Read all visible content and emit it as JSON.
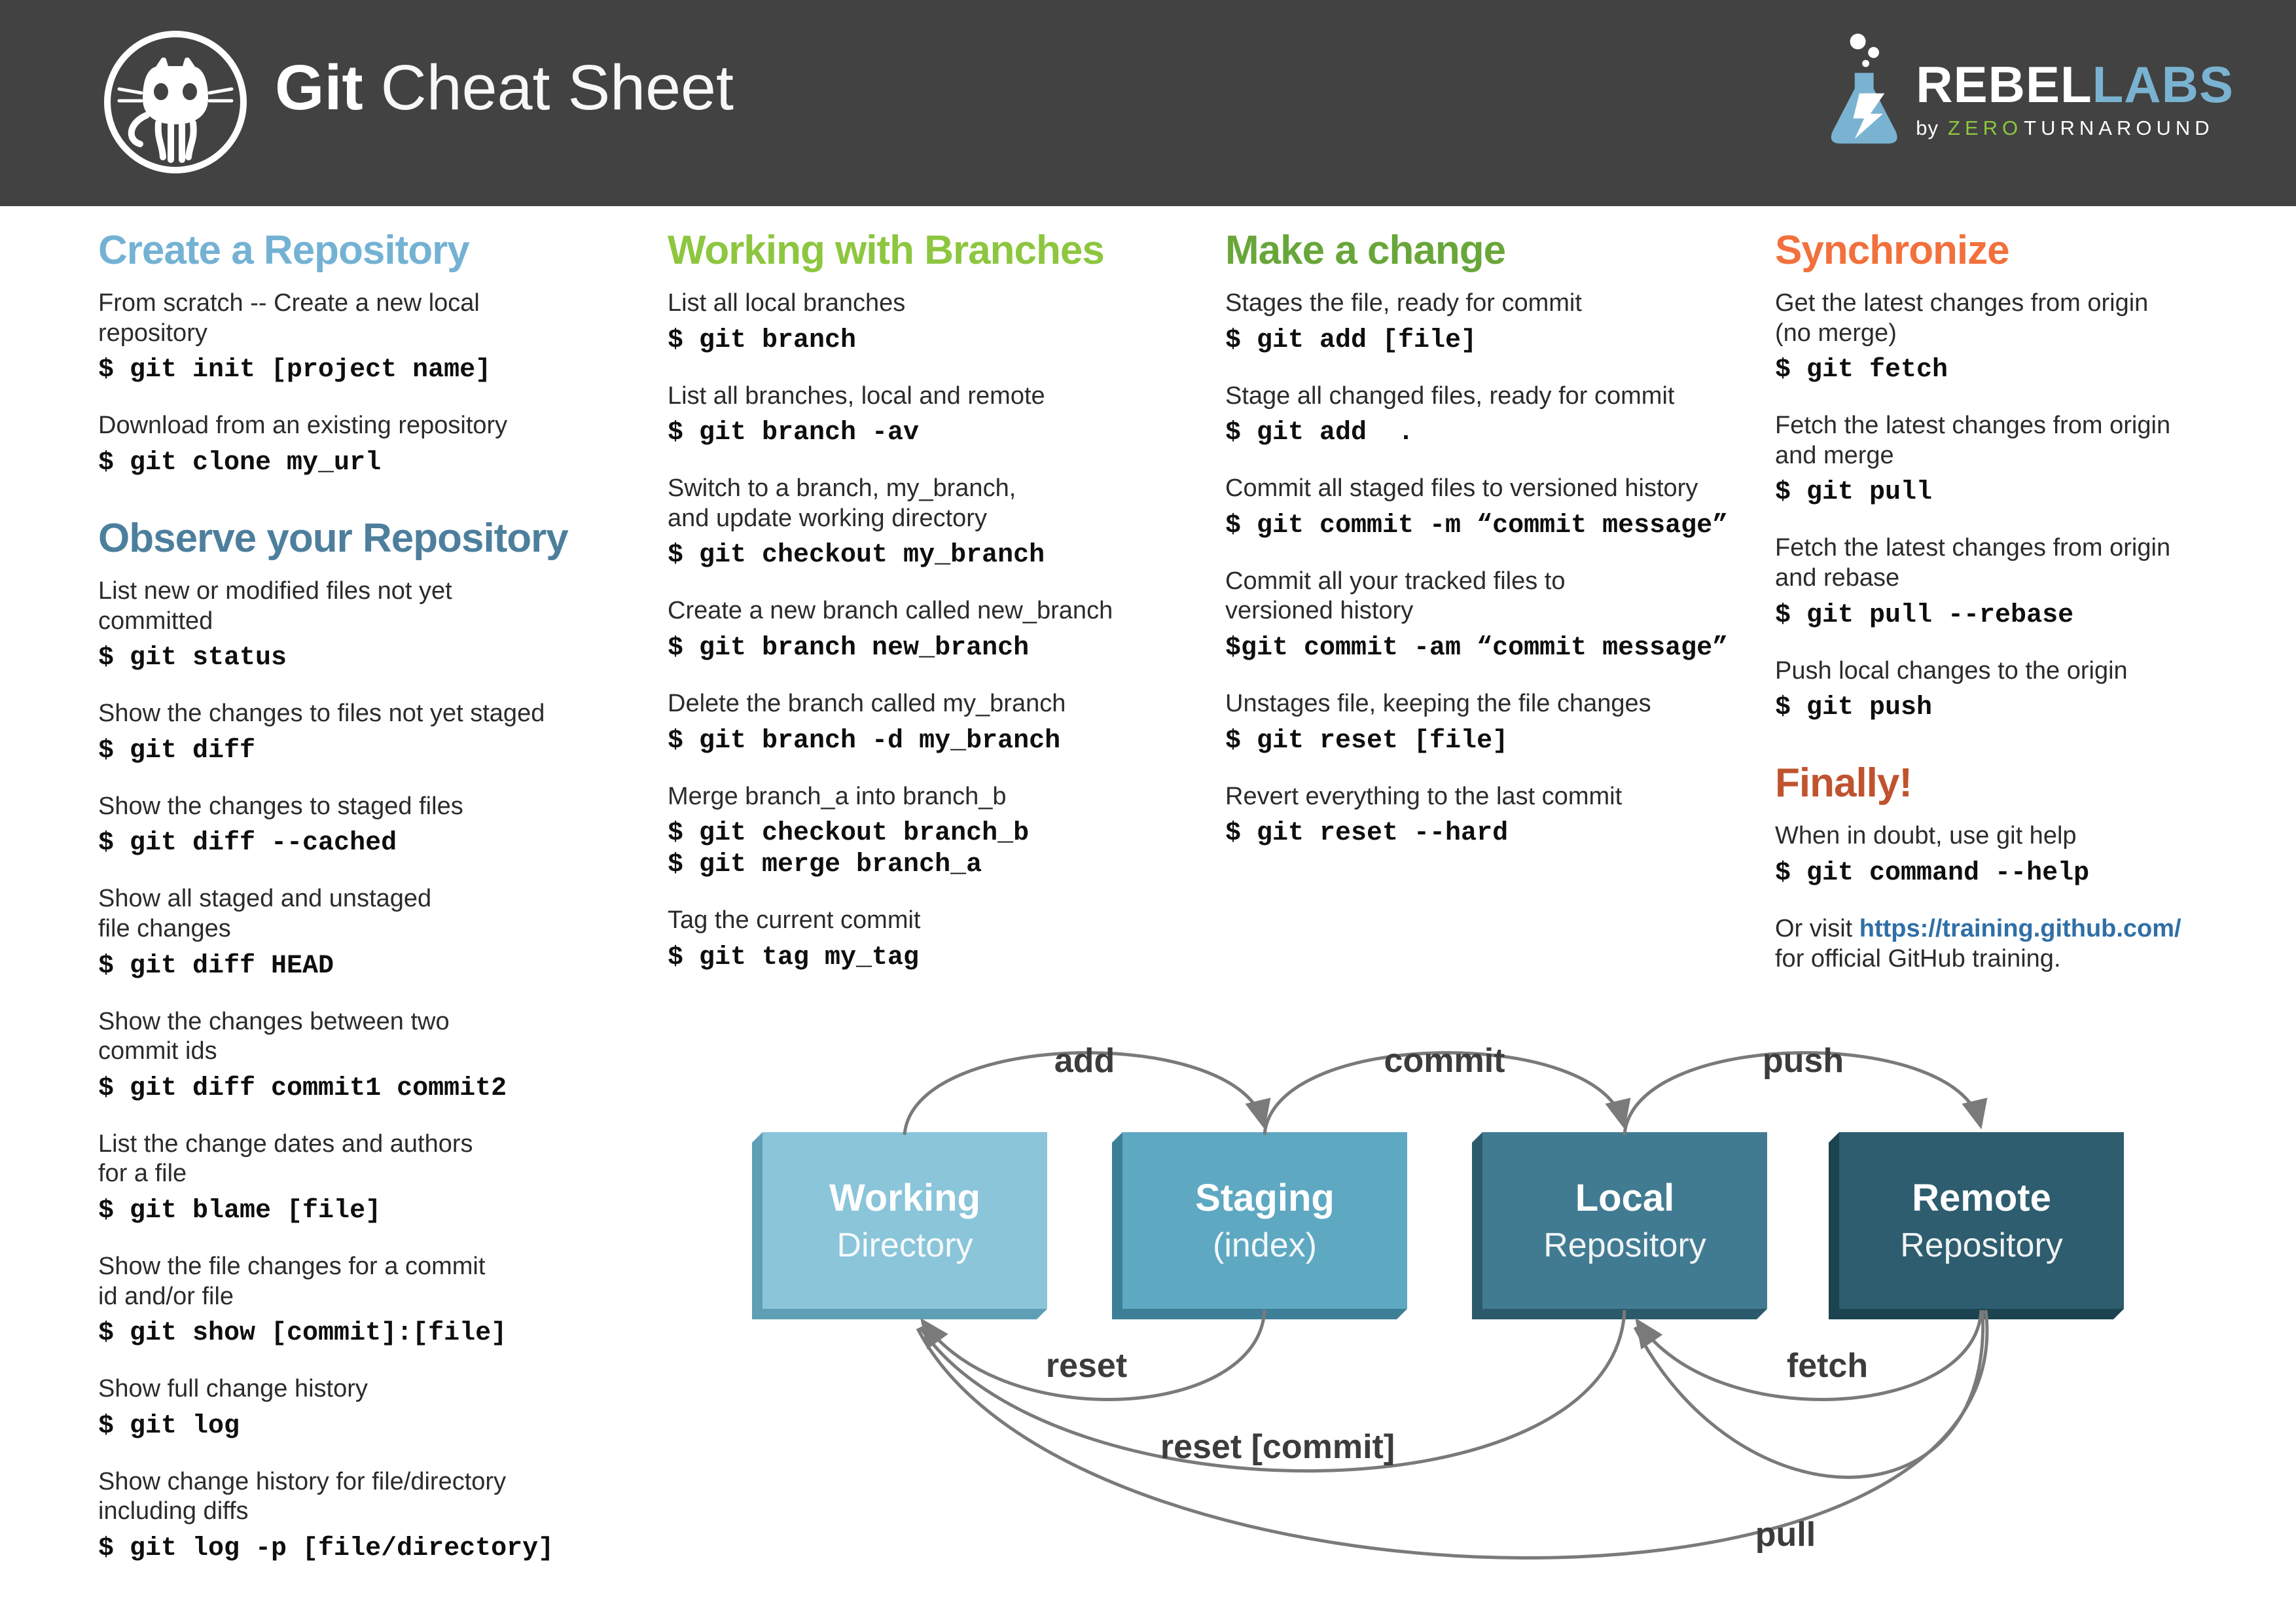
{
  "header": {
    "title_bold": "Git",
    "title_light": " Cheat Sheet",
    "bg_color": "#424242",
    "logo": {
      "rebel": "REBEL",
      "labs": "LABS",
      "by": "by",
      "zero": "ZERO",
      "turnaround": "TURNAROUND",
      "labs_color": "#7ab3d1",
      "zero_color": "#8dc63f"
    }
  },
  "columns": [
    {
      "sections": [
        {
          "heading": "Create a Repository",
          "color": "#74b2d4",
          "items": [
            {
              "desc": "From scratch -- Create a new local\nrepository",
              "code": [
                "$ git init [project name]"
              ]
            },
            {
              "desc": "Download from an existing repository",
              "code": [
                "$ git clone my_url"
              ]
            }
          ]
        },
        {
          "heading": "Observe your Repository",
          "color": "#4d7f9d",
          "items": [
            {
              "desc": "List new or modified files not yet\ncommitted",
              "code": [
                "$ git status"
              ]
            },
            {
              "desc": "Show the changes to files not yet staged",
              "code": [
                "$ git diff"
              ]
            },
            {
              "desc": "Show the changes to staged files",
              "code": [
                "$ git diff --cached"
              ]
            },
            {
              "desc": "Show all staged and unstaged\nfile changes",
              "code": [
                "$ git diff HEAD"
              ]
            },
            {
              "desc": "Show the changes between two\ncommit ids",
              "code": [
                "$ git diff commit1 commit2"
              ]
            },
            {
              "desc": "List the change dates and authors\nfor a file",
              "code": [
                "$ git blame [file]"
              ]
            },
            {
              "desc": "Show the file changes for a commit\nid and/or file",
              "code": [
                "$ git show [commit]:[file]"
              ]
            },
            {
              "desc": "Show full change history",
              "code": [
                "$ git log"
              ]
            },
            {
              "desc": "Show change history for file/directory\nincluding diffs",
              "code": [
                "$ git log -p [file/directory]"
              ]
            }
          ]
        }
      ]
    },
    {
      "sections": [
        {
          "heading": "Working with Branches",
          "color": "#8dc63f",
          "items": [
            {
              "desc": "List all local branches",
              "code": [
                "$ git branch"
              ]
            },
            {
              "desc": "List all branches, local and remote",
              "code": [
                "$ git branch -av"
              ]
            },
            {
              "desc": "Switch to a branch, my_branch,\nand update working directory",
              "code": [
                "$ git checkout my_branch"
              ]
            },
            {
              "desc": "Create a new branch called new_branch",
              "code": [
                "$ git branch new_branch"
              ]
            },
            {
              "desc": "Delete the branch called my_branch",
              "code": [
                "$ git branch -d my_branch"
              ]
            },
            {
              "desc": "Merge branch_a into branch_b",
              "code": [
                "$ git checkout branch_b",
                "$ git merge branch_a"
              ]
            },
            {
              "desc": "Tag the current commit",
              "code": [
                "$ git tag my_tag"
              ]
            }
          ]
        }
      ]
    },
    {
      "sections": [
        {
          "heading": "Make a change",
          "color": "#69a63a",
          "items": [
            {
              "desc": "Stages the file, ready for commit",
              "code": [
                "$ git add [file]"
              ]
            },
            {
              "desc": "Stage all changed files, ready for commit",
              "code": [
                "$ git add  ."
              ]
            },
            {
              "desc": "Commit all staged files to versioned history",
              "code": [
                "$ git commit -m “commit message”"
              ]
            },
            {
              "desc": "Commit all your tracked files to\nversioned history",
              "code": [
                "$git commit -am “commit message”"
              ]
            },
            {
              "desc": "Unstages file, keeping the file changes",
              "code": [
                "$ git reset [file]"
              ]
            },
            {
              "desc": "Revert everything to the last commit",
              "code": [
                "$ git reset --hard"
              ]
            }
          ]
        }
      ]
    },
    {
      "sections": [
        {
          "heading": "Synchronize",
          "color": "#f2703c",
          "items": [
            {
              "desc": "Get the latest changes from origin\n(no merge)",
              "code": [
                "$ git fetch"
              ]
            },
            {
              "desc": "Fetch the latest changes from origin\nand merge",
              "code": [
                "$ git pull"
              ]
            },
            {
              "desc": "Fetch the latest changes from origin\nand rebase",
              "code": [
                "$ git pull --rebase"
              ]
            },
            {
              "desc": "Push local changes to the origin",
              "code": [
                "$ git push"
              ]
            }
          ]
        },
        {
          "heading": "Finally!",
          "color": "#c0532f",
          "items": [
            {
              "desc": "When in doubt, use git help",
              "code": [
                "$ git command --help"
              ]
            },
            {
              "link_prefix": "Or visit ",
              "link_text": "https://training.github.com/",
              "link_href": "https://training.github.com/",
              "link_suffix": "\nfor official GitHub training.",
              "link_color": "#2f6fa7",
              "code": []
            }
          ]
        }
      ]
    }
  ],
  "diagram": {
    "boxes": [
      {
        "line1": "Working",
        "line2": "Directory",
        "face": "#8ac5da",
        "side": "#5f9fb6"
      },
      {
        "line1": "Staging",
        "line2": "(index)",
        "face": "#5ea8c2",
        "side": "#3d7f96"
      },
      {
        "line1": "Local",
        "line2": "Repository",
        "face": "#417b92",
        "side": "#2a5a6c"
      },
      {
        "line1": "Remote",
        "line2": "Repository",
        "face": "#2d5d6e",
        "side": "#1b4350"
      }
    ],
    "arrows": [
      "add",
      "commit",
      "push",
      "reset",
      "reset [commit]",
      "fetch",
      "pull"
    ],
    "arrow_color": "#7a7a7a",
    "label_color": "#3c3c3c"
  }
}
